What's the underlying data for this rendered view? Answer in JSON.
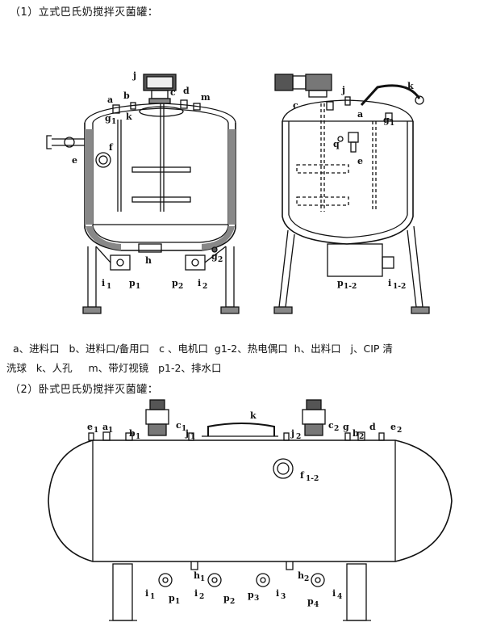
{
  "section1_title": "（1）立式巴氏奶搅拌灭菌罐：",
  "section2_title": "（2）卧式巴氏奶搅拌灭菌罐：",
  "legend": {
    "line1": "  a、进料口   b、进料口/备用口   c 、电机口  g1-2、热电偶口  h、出料口   j、CIP 清",
    "line2": "洗球   k、人孔     m、带灯视镜   p1-2、排水口"
  },
  "vertical_tank_left": {
    "labels": {
      "j": "j",
      "a": "a",
      "b": "b",
      "c": "c",
      "d": "d",
      "m": "m",
      "g": "g",
      "k": "k",
      "f": "f",
      "e": "e",
      "h": "h",
      "i": "i",
      "p": "p"
    },
    "subs": {
      "g1": "1",
      "g2": "2",
      "i1": "1",
      "p1": "1",
      "p2": "2",
      "i2": "2"
    }
  },
  "vertical_tank_right": {
    "labels": {
      "j": "j",
      "k": "k",
      "c": "c",
      "a": "a",
      "g": "g",
      "q": "q",
      "e": "e",
      "p": "p",
      "i": "i"
    },
    "subs": {
      "g1": "1",
      "p12": "1-2",
      "i12": "1-2"
    }
  },
  "horizontal_tank": {
    "labels": {
      "e1": "e",
      "a1": "a",
      "b1": "b",
      "c1": "c",
      "j1": "j",
      "k": "k",
      "j2": "j",
      "c2": "c",
      "g": "g",
      "b2": "b",
      "d": "d",
      "e2": "e",
      "f": "f",
      "h1": "h",
      "h2": "h",
      "i1": "i",
      "p1": "p",
      "i2": "i",
      "p2": "p",
      "p3": "p",
      "i3": "i",
      "p4": "p",
      "i4": "i"
    },
    "subs": {
      "e1": "1",
      "a1": "1",
      "b1": "1",
      "c1": "1",
      "j1": "1",
      "j2": "2",
      "c2": "2",
      "b2": "2",
      "e2": "2",
      "f": "1-2",
      "h1": "1",
      "h2": "2",
      "i1": "1",
      "p1": "1",
      "i2": "2",
      "p2": "2",
      "p3": "3",
      "i3": "3",
      "p4": "4",
      "i4": "4"
    }
  }
}
